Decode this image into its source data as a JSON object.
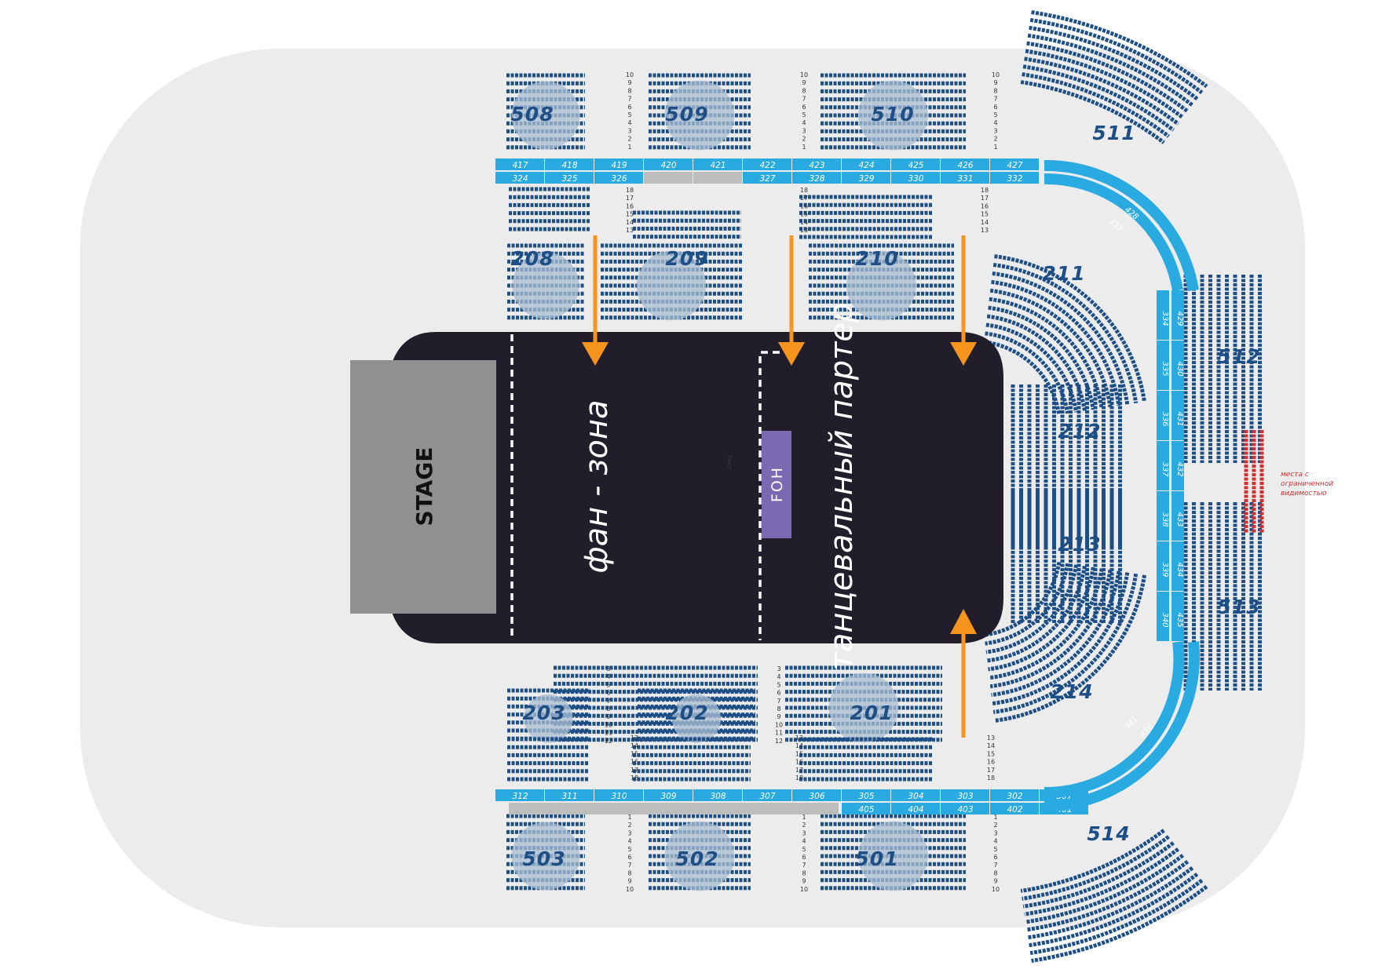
{
  "venue": {
    "stage_label": "STAGE",
    "foh_label": "FOH",
    "fan_zone_label": "фан - зона",
    "dance_floor_label": "танцевальный партер",
    "restricted_view_note": "места с ограниченной видимостью",
    "tiny_text": "Текст"
  },
  "sections_500_top": [
    "508",
    "509",
    "510",
    "511"
  ],
  "sections_200_top": [
    "208",
    "209",
    "210",
    "211"
  ],
  "sections_200_side": [
    "212",
    "213"
  ],
  "sections_200_bottom": [
    "203",
    "202",
    "201",
    "214"
  ],
  "sections_500_side": [
    "512",
    "513"
  ],
  "sections_500_bottom": [
    "503",
    "502",
    "501",
    "514"
  ],
  "top_bar": {
    "upper": [
      "417",
      "418",
      "419",
      "420",
      "421",
      "422",
      "423",
      "424",
      "425",
      "426",
      "427"
    ],
    "lower": [
      "324",
      "325",
      "326",
      "",
      "",
      "327",
      "328",
      "329",
      "330",
      "331",
      "332"
    ]
  },
  "top_curve": {
    "outer": "428",
    "inner": "333"
  },
  "side_bar": {
    "inner": [
      "334",
      "335",
      "336",
      "337",
      "338",
      "339",
      "340"
    ],
    "outer": [
      "429",
      "430",
      "431",
      "432",
      "433",
      "434",
      "435"
    ]
  },
  "bottom_curve": {
    "outer": "436",
    "inner": "341"
  },
  "bottom_bar": {
    "upper": [
      "312",
      "311",
      "310",
      "309",
      "308",
      "307",
      "306",
      "305",
      "304",
      "303",
      "302",
      "301"
    ],
    "lower": [
      "405",
      "404",
      "403",
      "402",
      "401"
    ]
  },
  "row_numbers": {
    "top_500": [
      "10",
      "9",
      "8",
      "7",
      "6",
      "5",
      "4",
      "3",
      "2",
      "1"
    ],
    "top_200": [
      "18",
      "17",
      "16",
      "15",
      "14",
      "13"
    ],
    "bottom_200_near": [
      "3",
      "4",
      "5",
      "6",
      "7",
      "8",
      "9",
      "10",
      "11",
      "12"
    ],
    "bottom_200_far": [
      "13",
      "14",
      "15",
      "16",
      "17",
      "18"
    ],
    "bottom_500": [
      "1",
      "2",
      "3",
      "4",
      "5",
      "6",
      "7",
      "8",
      "9",
      "10"
    ]
  },
  "colors": {
    "background": "#ececec",
    "seat": "#1d4f86",
    "seat_faded": "#a9bdd2",
    "bar": "#29abe2",
    "arena": "#221d2b",
    "stage": "#909090",
    "foh": "#7b6ab1",
    "arrow": "#f7941d",
    "restricted": "#d32f2f"
  }
}
